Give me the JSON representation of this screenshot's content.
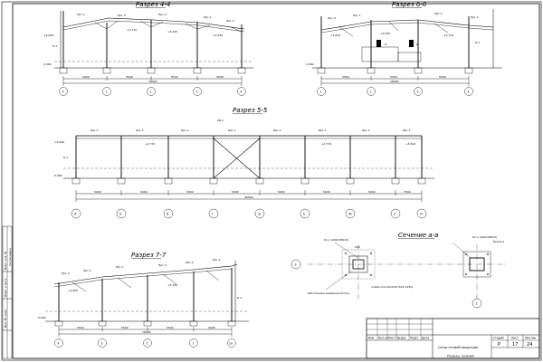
{
  "sections": {
    "s44": {
      "title": "Разрез 4-4",
      "axes": [
        "4",
        "1",
        "2",
        "3",
        "4"
      ],
      "dims": [
        "4400",
        "5500",
        "5500",
        "5500"
      ],
      "total": "18000",
      "elev_left": "+4.000",
      "elev_floor": "0.000",
      "labels": [
        "Прг-1",
        "Прг-3",
        "Прг-2",
        "Прг-1",
        "Прг-3",
        "К-1",
        "+3.710",
        "+3.440",
        "+3.330"
      ]
    },
    "s66": {
      "title": "Разрез 6-6",
      "axes": [
        "1",
        "2",
        "3",
        "4"
      ],
      "dims": [
        "5500",
        "5500",
        "5500"
      ],
      "total": "18000",
      "elev_floor": "0.000",
      "labels": [
        "Прг-3",
        "Прг-1",
        "Прг-2",
        "Прг-1",
        "+3.870",
        "+3.530",
        "+3.710",
        "К-1",
        "а",
        "а"
      ]
    },
    "s55": {
      "title": "Разрез 5-5",
      "axes": [
        "А",
        "Б",
        "В",
        "Г",
        "Д",
        "Е",
        "Ж",
        "З",
        "И"
      ],
      "dims": [
        "5000",
        "5000",
        "5000",
        "5000",
        "5000",
        "5000",
        "5000",
        "7500"
      ],
      "total": "46500",
      "elev_left": "+3.000",
      "elev_floor": "0.000",
      "labels": [
        "Прг-1",
        "Прг-1",
        "Прг-1",
        "Прг-1",
        "Прг-1",
        "Прг-1",
        "Прг-1",
        "Прг-1",
        "К-1",
        "СВ-1",
        "+2.770",
        "+2.770",
        "+3.000"
      ]
    },
    "s77": {
      "title": "Разрез 7-7",
      "axes": [
        "4",
        "3",
        "2",
        "1",
        "1а"
      ],
      "dims": [
        "5500",
        "5500",
        "5500",
        "4400"
      ],
      "total": "18000",
      "elev_floor": "0.000",
      "labels": [
        "Прг-3",
        "Прг-2",
        "Прг-1",
        "Прг-3",
        "Прг-2",
        "Прг-1",
        "+2.600",
        "+3.750",
        "К-1"
      ]
    },
    "saa": {
      "title": "Сечение а-а",
      "axes": [
        "3",
        "2"
      ],
      "labels": [
        "Ко-1 (200х180х5)",
        "Балка 1",
        "Ко-1 (200х180х5)",
        "Монтажные анкерные болты",
        "отверстия 20х100 (S16 С245)",
        "220"
      ]
    }
  },
  "title_block": {
    "headers": [
      "Изм.",
      "Кол.уч",
      "Лист",
      "№док.",
      "Подп.",
      "Дата"
    ],
    "stage_headers": [
      "Стадия",
      "Лист",
      "Листов"
    ],
    "stage_values": [
      "Р",
      "17",
      "24"
    ],
    "object": "Склад готовой продукции",
    "sheet_name": "Разрезы. Сечения"
  },
  "side_stamp": [
    "Взам. инв. №",
    "Подп. и дата",
    "Инв. № подл.",
    "Согласовано"
  ]
}
